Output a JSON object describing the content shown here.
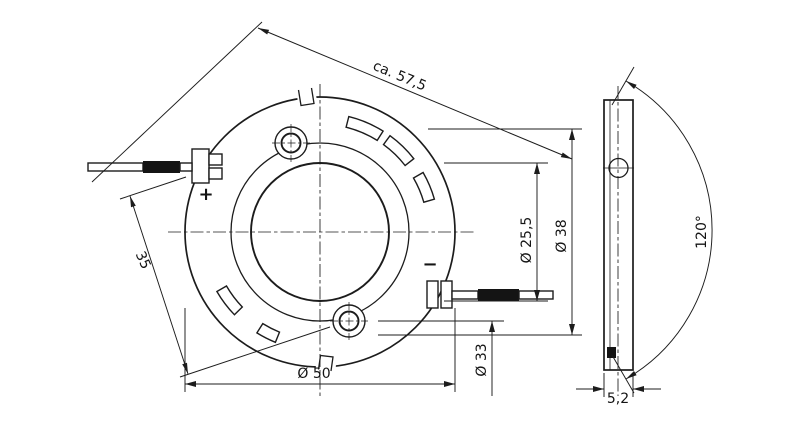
{
  "front_view": {
    "dim_overall": "ca. 57,5",
    "dim_boss_distance": "35",
    "dim_outer_diameter": "Ø 50",
    "dim_ring_diameter": "Ø 33",
    "dim_bore_diameter": "Ø 25,5",
    "dim_slot_pitch_diameter": "Ø 38",
    "polarity_positive": "+",
    "polarity_negative": "−"
  },
  "side_view": {
    "dim_angle": "120°",
    "dim_thickness": "5,2"
  },
  "colors": {
    "line": "#1c1c1c",
    "background": "#ffffff"
  }
}
